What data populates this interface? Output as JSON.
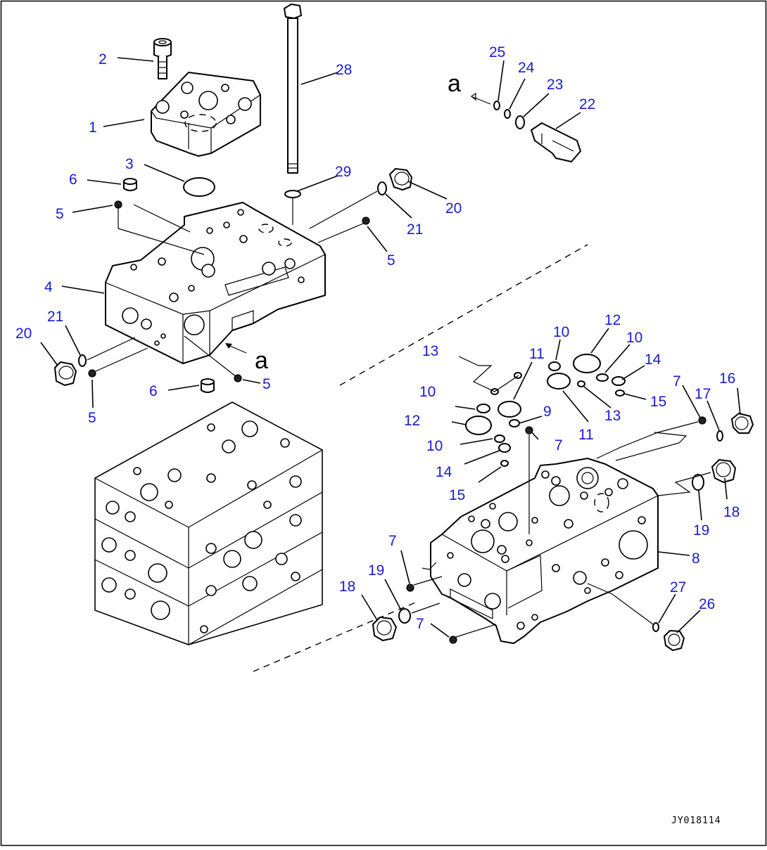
{
  "diagram": {
    "callouts": {
      "c1": "1",
      "c2": "2",
      "c3": "3",
      "c4": "4",
      "c5a": "5",
      "c5b": "5",
      "c5c": "5",
      "c5d": "5",
      "c6a": "6",
      "c6b": "6",
      "c7a": "7",
      "c7b": "7",
      "c7c": "7",
      "c7d": "7",
      "c8": "8",
      "c9": "9",
      "c10a": "10",
      "c10b": "10",
      "c10c": "10",
      "c10d": "10",
      "c11a": "11",
      "c11b": "11",
      "c12a": "12",
      "c12b": "12",
      "c13a": "13",
      "c13b": "13",
      "c14a": "14",
      "c14b": "14",
      "c15a": "15",
      "c15b": "15",
      "c16": "16",
      "c17": "17",
      "c18a": "18",
      "c18b": "18",
      "c19a": "19",
      "c19b": "19",
      "c20a": "20",
      "c20b": "20",
      "c21a": "21",
      "c21b": "21",
      "c22": "22",
      "c23": "23",
      "c24": "24",
      "c25": "25",
      "c26": "26",
      "c27": "27",
      "c28": "28",
      "c29": "29"
    },
    "view_marker_top": "a",
    "view_marker_bottom": "a",
    "drawing_code": "JY018114",
    "colors": {
      "callout": "#1a1ad6",
      "line": "#000000",
      "background": "#ffffff"
    }
  }
}
